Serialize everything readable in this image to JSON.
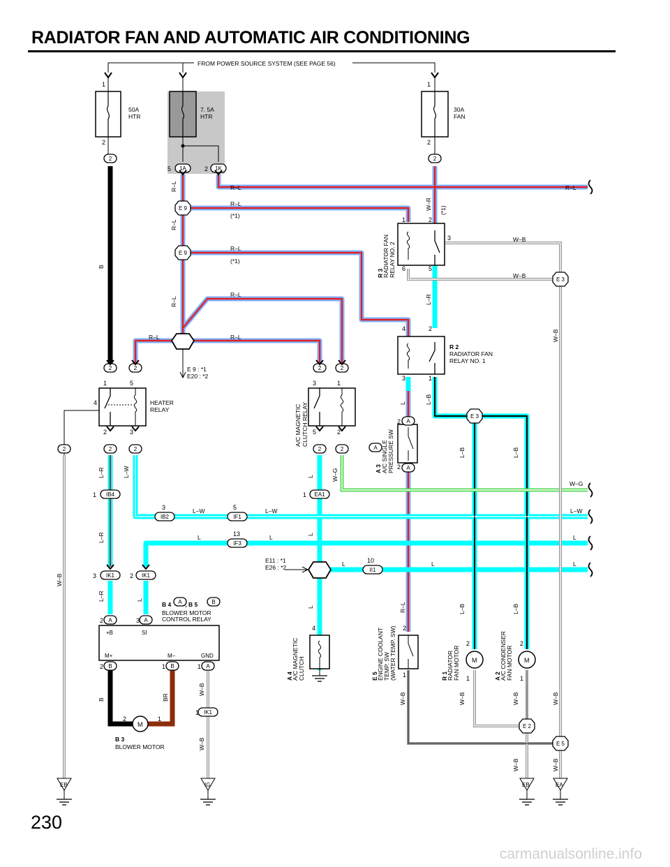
{
  "page": {
    "title": "RADIATOR FAN AND AUTOMATIC AIR CONDITIONING",
    "page_number": "230",
    "watermark": "carmanualsonline.info"
  },
  "header": {
    "source": "FROM POWER SOURCE SYSTEM (SEE PAGE 56)"
  },
  "fuses": {
    "htr50": [
      "50A",
      "HTR"
    ],
    "htr75": [
      "7. 5A",
      "HTR"
    ],
    "fan30": [
      "30A",
      "FAN"
    ]
  },
  "components": {
    "heater_relay": [
      "HEATER",
      "RELAY"
    ],
    "ac_clutch_relay": [
      "A/C MAGNETIC",
      "CLUTCH RELAY"
    ],
    "r3": {
      "code": "R 3",
      "lines": [
        "RADIATOR FAN",
        "RELAY NO. 2"
      ]
    },
    "r2": {
      "code": "R 2",
      "lines": [
        "RADIATOR FAN",
        "RELAY NO. 1"
      ]
    },
    "a3": {
      "code": "A 3",
      "lines": [
        "A/C SINGLE",
        "PRESSURE SW"
      ]
    },
    "b4b5": {
      "code_a": "B 4",
      "code_b": ", B 5",
      "lines": [
        "BLOWER MOTOR",
        "CONTROL RELAY"
      ]
    },
    "b3": {
      "code": "B 3",
      "lines": [
        "BLOWER MOTOR"
      ]
    },
    "a4": {
      "code": "A 4",
      "lines": [
        "A/C MAGNETIC",
        "CLUTCH"
      ]
    },
    "e5": {
      "code": "E 5",
      "lines": [
        "ENGINE COOLANT",
        "TEMP.  SW",
        "(WATER TEMP.  SW)"
      ]
    },
    "r1": {
      "code": "R 1",
      "lines": [
        "RADIATOR",
        "FAN MOTOR"
      ]
    },
    "a2": {
      "code": "A 2",
      "lines": [
        "A/C CONDENSER",
        "FAN MOTOR"
      ]
    }
  },
  "notes": {
    "joint_top": [
      "E 9 : *1",
      "E20 : *2"
    ],
    "joint_mid": [
      "E11 : *1",
      "E26 : *2"
    ],
    "star1": "(*1)"
  },
  "wire_colors": {
    "R-L": "R–L",
    "B": "B",
    "L-R": "L–R",
    "L-W": "L–W",
    "L": "L",
    "W-G": "W–G",
    "W-B": "W–B",
    "W-R": "W–R",
    "L-B": "L–B",
    "BR": "BR"
  },
  "connectors": {
    "c1A": "1A",
    "c1K": "1K",
    "cE9": "E 9",
    "cE3": "E 3",
    "cE2": "E 2",
    "cE5": "E 5",
    "cIB4": "IB4",
    "cIB2": "IB2",
    "cIF1": "IF1",
    "cIF3": "IF3",
    "cII1": "II1",
    "cIK1": "IK1",
    "cEA1": "EA1"
  },
  "grounds": {
    "g1": "EB",
    "g2": "IG",
    "g3": "EB",
    "g4": "EA"
  },
  "motor_glyph": "M",
  "blower_terms": {
    "pb": "+B",
    "si": "SI",
    "mp": "M+",
    "mm": "M–",
    "gnd": "GND"
  },
  "colors": {
    "red": "#e02020",
    "blue": "#7fb0ff",
    "cyan": "#00ffff",
    "green": "#57d957",
    "brown": "#8b2e0a",
    "shade": "#c8c8c8"
  }
}
